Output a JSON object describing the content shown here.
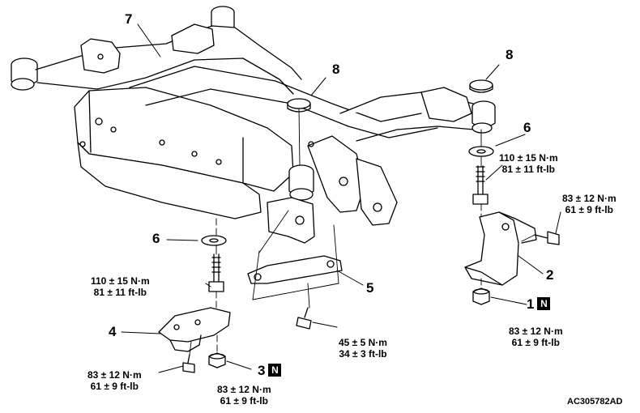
{
  "callouts": {
    "c7": "7",
    "c8_top": "8",
    "c8_right": "8",
    "c6_right": "6",
    "c6_left": "6",
    "c2": "2",
    "c5": "5",
    "c1": "1",
    "c4": "4",
    "c3": "3",
    "badge_n": "N"
  },
  "torques": {
    "t_right_bolt": {
      "metric": "110 ± 15 N·m",
      "imperial": "81 ± 11 ft-lb"
    },
    "t_bracket_bolt": {
      "metric": "83 ± 12 N·m",
      "imperial": "61 ± 9 ft-lb"
    },
    "t_left_bolt": {
      "metric": "110 ± 15 N·m",
      "imperial": "81 ± 11 ft-lb"
    },
    "t_center_bolt": {
      "metric": "45 ± 5 N·m",
      "imperial": "34 ± 3 ft-lb"
    },
    "t_right_nut": {
      "metric": "83 ± 12 N·m",
      "imperial": "61 ± 9 ft-lb"
    },
    "t_left_small_bolt": {
      "metric": "83 ± 12 N·m",
      "imperial": "61 ± 9 ft-lb"
    },
    "t_left_nut": {
      "metric": "83 ± 12 N·m",
      "imperial": "61 ± 9 ft-lb"
    }
  },
  "figure_code": "AC305782AD"
}
